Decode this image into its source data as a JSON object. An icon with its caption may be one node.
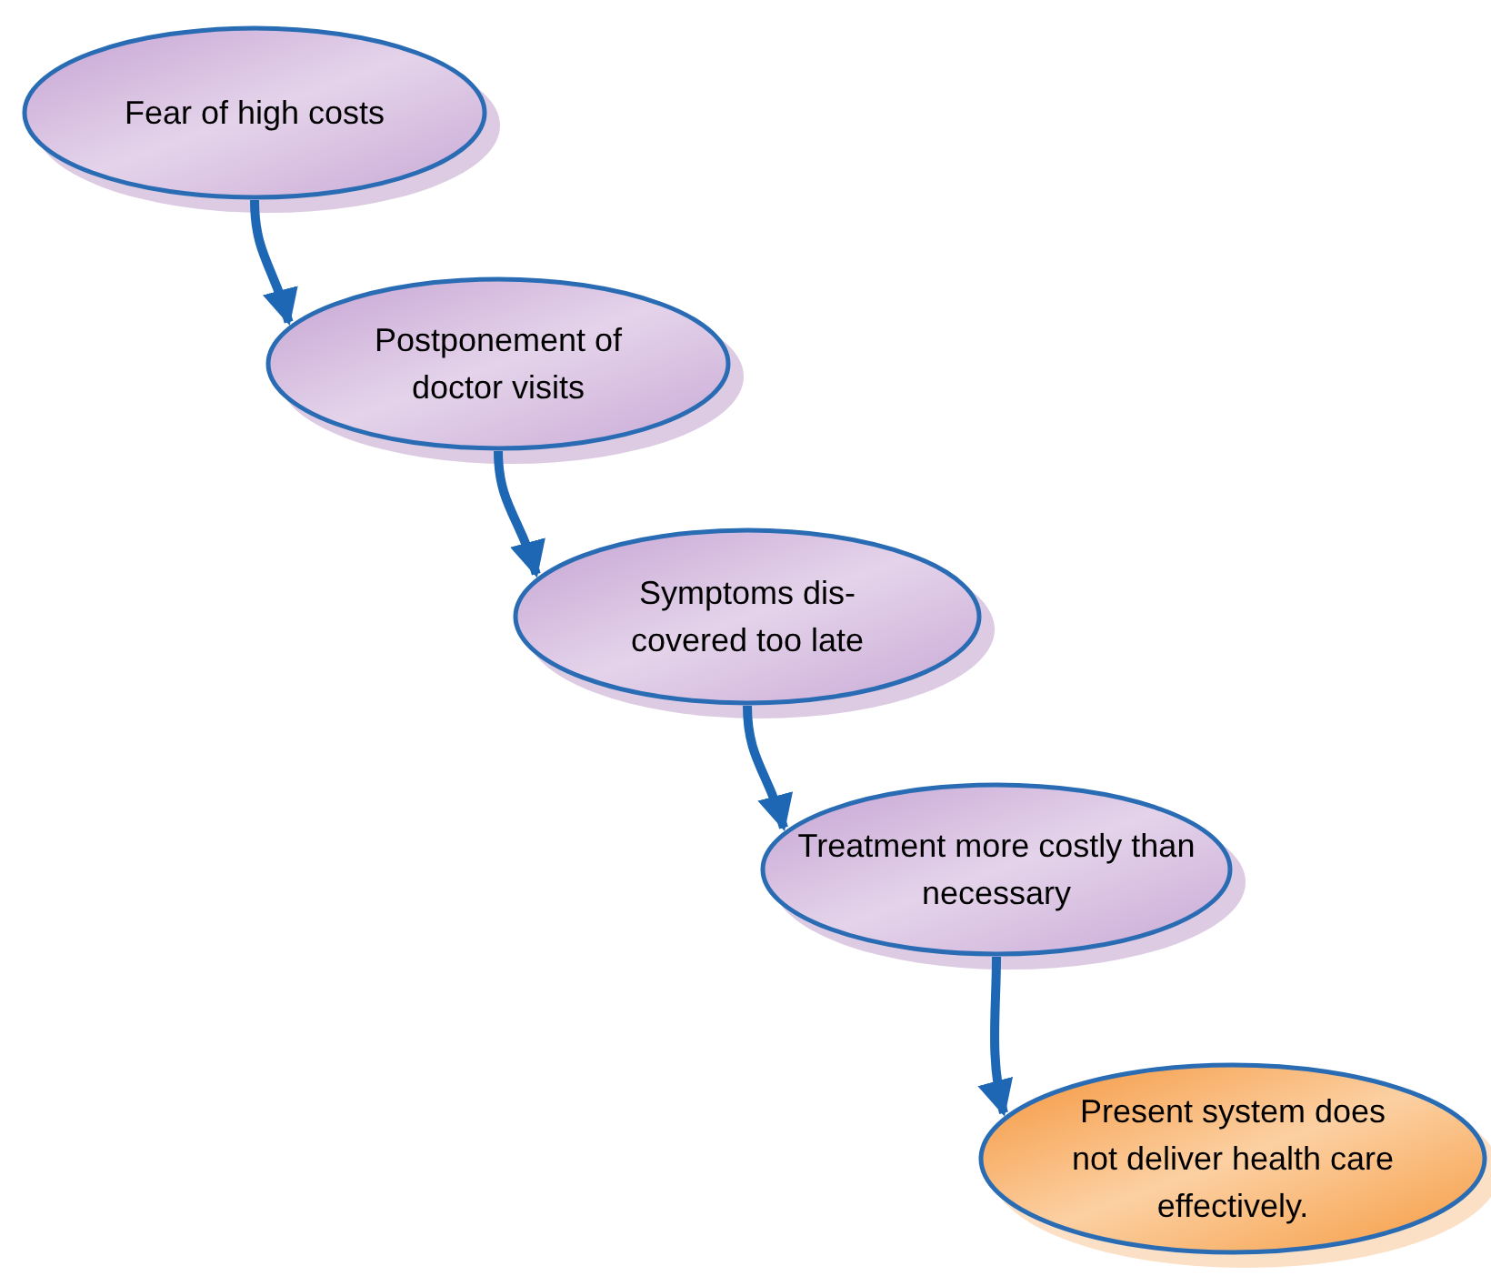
{
  "diagram": {
    "nodes": [
      {
        "text": [
          "Fear of high costs"
        ]
      },
      {
        "text": [
          "Postponement of doctor visits"
        ]
      },
      {
        "text": [
          "Symptoms dis- covered too late"
        ]
      },
      {
        "text": [
          "Treatment more costly than necessary"
        ]
      },
      {
        "text": [
          "Present system does not deliver health care effectively."
        ]
      }
    ],
    "edges": [
      {
        "from": 0,
        "to": 1,
        "arrow": "to"
      },
      {
        "from": 1,
        "to": 2,
        "arrow": "to"
      },
      {
        "from": 2,
        "to": 3,
        "arrow": "to"
      },
      {
        "from": 3,
        "to": 4,
        "arrow": "to"
      }
    ]
  }
}
